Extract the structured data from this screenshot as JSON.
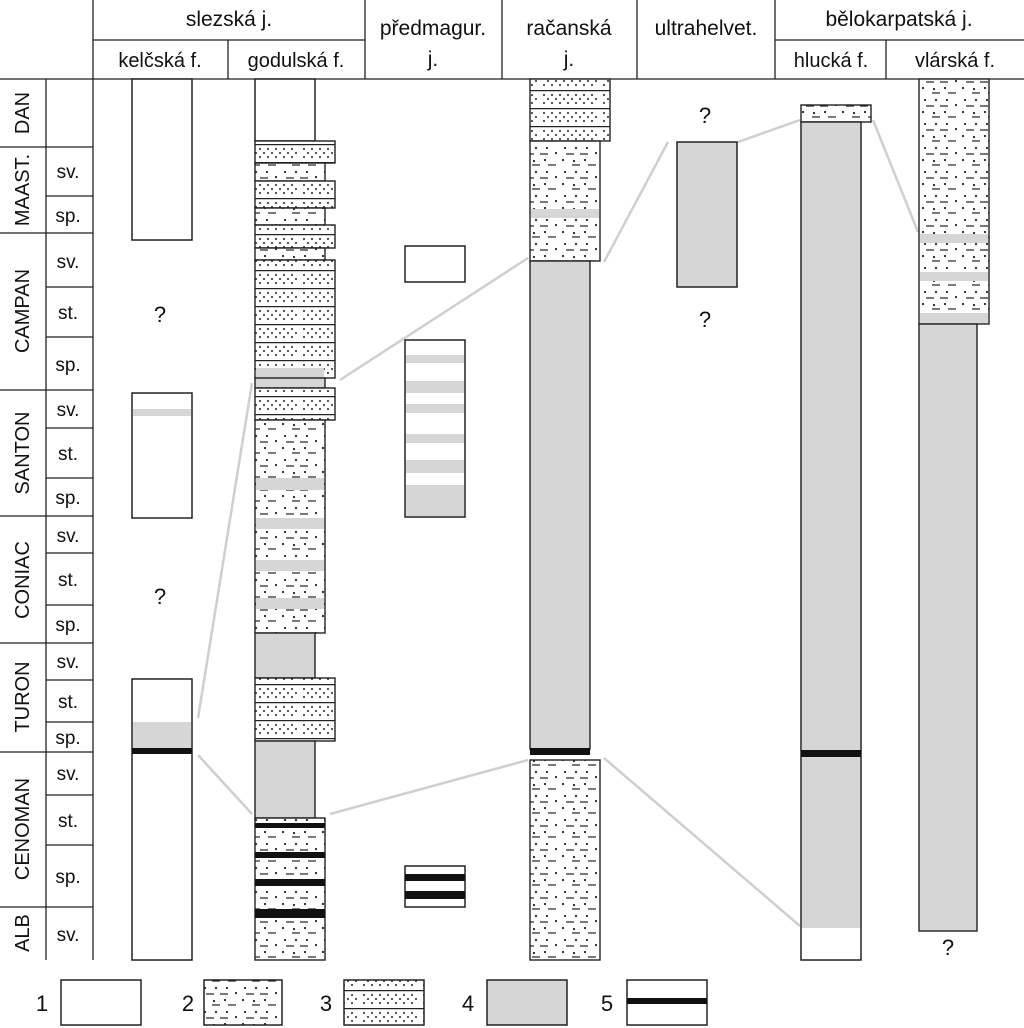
{
  "headers": {
    "slezska": "slezská j.",
    "kelcska": "kelčská f.",
    "godulska": "godulská f.",
    "predmagur_line1": "předmagur.",
    "predmagur_line2": "j.",
    "racanska_line1": "račanská",
    "racanska_line2": "j.",
    "ultrahelvet": "ultrahelvet.",
    "belokarpatska": "bělokarpatská j.",
    "hlucka": "hlucká f.",
    "vlarska": "vlárská f."
  },
  "stages": [
    {
      "name": "DAN",
      "substages": []
    },
    {
      "name": "MAAST.",
      "substages": [
        "sv.",
        "sp."
      ]
    },
    {
      "name": "CAMPAN",
      "substages": [
        "sv.",
        "st.",
        "sp."
      ]
    },
    {
      "name": "SANTON",
      "substages": [
        "sv.",
        "st.",
        "sp."
      ]
    },
    {
      "name": "CONIAC",
      "substages": [
        "sv.",
        "st.",
        "sp."
      ]
    },
    {
      "name": "TURON",
      "substages": [
        "sv.",
        "st.",
        "sp."
      ]
    },
    {
      "name": "CENOMAN",
      "substages": [
        "sv.",
        "st.",
        "sp."
      ]
    },
    {
      "name": "ALB",
      "substages": [
        "sv."
      ]
    }
  ],
  "question_mark": "?",
  "legend": [
    {
      "number": "1",
      "pattern": "white"
    },
    {
      "number": "2",
      "pattern": "dots-dashes"
    },
    {
      "number": "3",
      "pattern": "dotted-bands"
    },
    {
      "number": "4",
      "pattern": "gray"
    },
    {
      "number": "5",
      "pattern": "black-line"
    }
  ],
  "colors": {
    "gray": "#d6d6d6",
    "line": "#222222",
    "black": "#111111",
    "connector": "#cfcfcf"
  }
}
